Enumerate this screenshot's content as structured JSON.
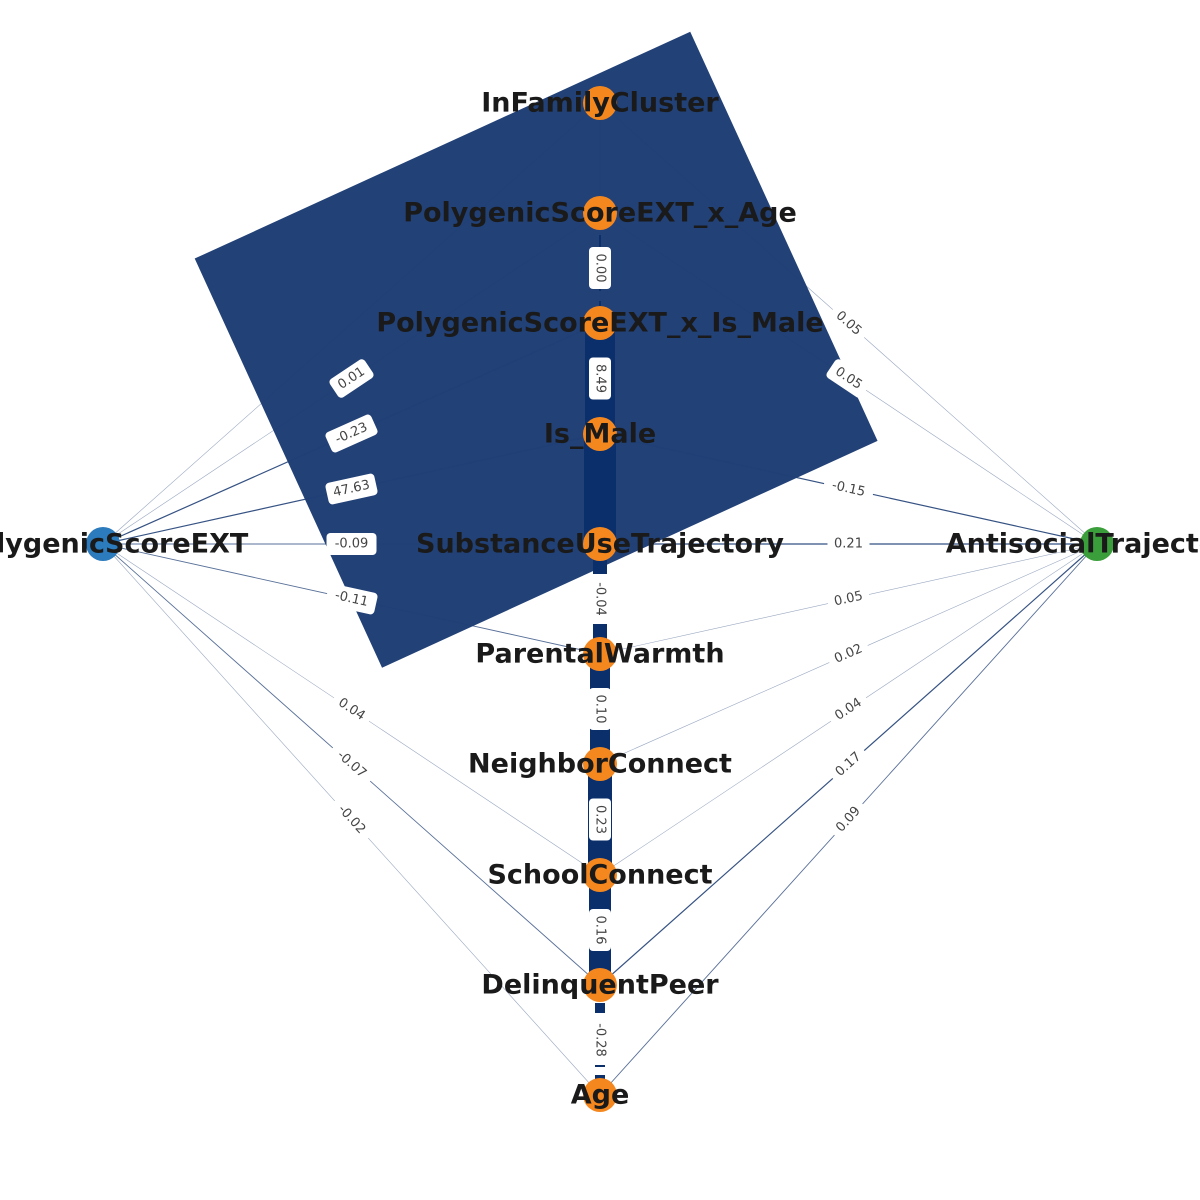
{
  "colors": {
    "cause": "#2b7bbd",
    "mediator": "#f5871f",
    "outcome": "#3a9e3a",
    "edge": "#1f3f75",
    "edge_thick": "#0a2f6b",
    "overlay_box": "#1f3f75",
    "label_bg": "#ffffff"
  },
  "nodes": [
    {
      "id": "InFamilyCluster",
      "label": "InFamilyCluster",
      "role": "mediator"
    },
    {
      "id": "PolygenicScoreEXT_x_Age",
      "label": "PolygenicScoreEXT_x_Age",
      "role": "mediator"
    },
    {
      "id": "PolygenicScoreEXT_x_Is_Male",
      "label": "PolygenicScoreEXT_x_Is_Male",
      "role": "mediator"
    },
    {
      "id": "Is_Male",
      "label": "Is_Male",
      "role": "mediator"
    },
    {
      "id": "PolygenicScoreEXT",
      "label": "PolygenicScoreEXT",
      "role": "cause"
    },
    {
      "id": "SubstanceUseTrajectory",
      "label": "SubstanceUseTrajectory",
      "role": "mediator"
    },
    {
      "id": "AntisocialTrajectory",
      "label": "AntisocialTrajectory",
      "role": "outcome"
    },
    {
      "id": "ParentalWarmth",
      "label": "ParentalWarmth",
      "role": "mediator"
    },
    {
      "id": "NeighborConnect",
      "label": "NeighborConnect",
      "role": "mediator"
    },
    {
      "id": "SchoolConnect",
      "label": "SchoolConnect",
      "role": "mediator"
    },
    {
      "id": "DelinquentPeer",
      "label": "DelinquentPeer",
      "role": "mediator"
    },
    {
      "id": "Age",
      "label": "Age",
      "role": "mediator"
    }
  ],
  "edges": [
    {
      "from": "PolygenicScoreEXT_x_Age",
      "to": "PolygenicScoreEXT_x_Is_Male",
      "label": "0.00",
      "weight": 0.0
    },
    {
      "from": "PolygenicScoreEXT_x_Is_Male",
      "to": "Is_Male",
      "label": "8.49",
      "weight": 8.49
    },
    {
      "from": "Is_Male",
      "to": "SubstanceUseTrajectory",
      "label": "",
      "weight": 47.63
    },
    {
      "from": "SubstanceUseTrajectory",
      "to": "ParentalWarmth",
      "label": "-0.04",
      "weight": -0.04
    },
    {
      "from": "ParentalWarmth",
      "to": "NeighborConnect",
      "label": "0.10",
      "weight": 0.1
    },
    {
      "from": "NeighborConnect",
      "to": "SchoolConnect",
      "label": "0.23",
      "weight": 0.23
    },
    {
      "from": "SchoolConnect",
      "to": "DelinquentPeer",
      "label": "0.16",
      "weight": 0.16
    },
    {
      "from": "DelinquentPeer",
      "to": "Age",
      "label": "-0.28",
      "weight": -0.28
    },
    {
      "from": "InFamilyCluster",
      "to": "PolygenicScoreEXT_x_Age",
      "label": "",
      "weight": 0.01
    },
    {
      "from": "InFamilyCluster",
      "to": "AntisocialTrajectory",
      "label": "0.05",
      "weight": 0.05
    },
    {
      "from": "PolygenicScoreEXT_x_Age",
      "to": "AntisocialTrajectory",
      "label": "0.05",
      "weight": 0.05
    },
    {
      "from": "Is_Male",
      "to": "AntisocialTrajectory",
      "label": "-0.15",
      "weight": -0.15
    },
    {
      "from": "SubstanceUseTrajectory",
      "to": "AntisocialTrajectory",
      "label": "0.21",
      "weight": 0.21
    },
    {
      "from": "ParentalWarmth",
      "to": "AntisocialTrajectory",
      "label": "0.05",
      "weight": 0.05
    },
    {
      "from": "NeighborConnect",
      "to": "AntisocialTrajectory",
      "label": "0.02",
      "weight": 0.02
    },
    {
      "from": "SchoolConnect",
      "to": "AntisocialTrajectory",
      "label": "0.04",
      "weight": 0.04
    },
    {
      "from": "DelinquentPeer",
      "to": "AntisocialTrajectory",
      "label": "0.17",
      "weight": 0.17
    },
    {
      "from": "Age",
      "to": "AntisocialTrajectory",
      "label": "0.09",
      "weight": 0.09
    },
    {
      "from": "PolygenicScoreEXT",
      "to": "InFamilyCluster",
      "label": "",
      "weight": 0.01
    },
    {
      "from": "PolygenicScoreEXT",
      "to": "PolygenicScoreEXT_x_Age",
      "label": "0.01",
      "weight": 0.01
    },
    {
      "from": "PolygenicScoreEXT",
      "to": "PolygenicScoreEXT_x_Is_Male",
      "label": "-0.23",
      "weight": -0.23
    },
    {
      "from": "PolygenicScoreEXT",
      "to": "Is_Male",
      "label": "47.63",
      "weight": 47.63
    },
    {
      "from": "PolygenicScoreEXT",
      "to": "SubstanceUseTrajectory",
      "label": "-0.09",
      "weight": -0.09
    },
    {
      "from": "PolygenicScoreEXT",
      "to": "ParentalWarmth",
      "label": "-0.11",
      "weight": -0.11
    },
    {
      "from": "PolygenicScoreEXT",
      "to": "SchoolConnect",
      "label": "0.04",
      "weight": 0.04
    },
    {
      "from": "PolygenicScoreEXT",
      "to": "DelinquentPeer",
      "label": "-0.07",
      "weight": -0.07
    },
    {
      "from": "PolygenicScoreEXT",
      "to": "Age",
      "label": "-0.02",
      "weight": -0.02
    }
  ]
}
